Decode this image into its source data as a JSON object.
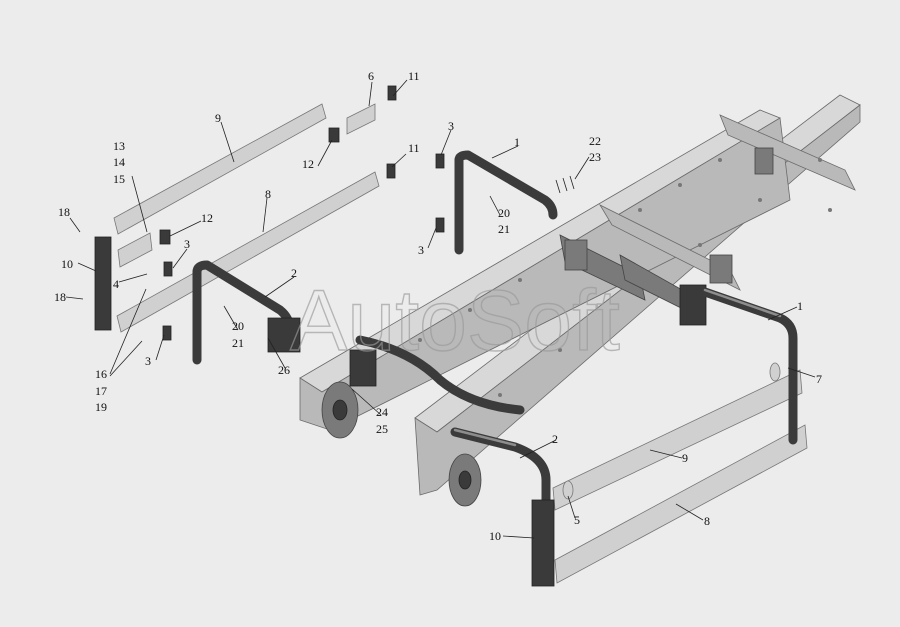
{
  "watermark": "AutoSoft",
  "callouts": [
    {
      "id": "c-9-top",
      "text": "9"
    },
    {
      "id": "c-6",
      "text": "6"
    },
    {
      "id": "c-11-top",
      "text": "11"
    },
    {
      "id": "c-3-top",
      "text": "3"
    },
    {
      "id": "c-1-top",
      "text": "1"
    },
    {
      "id": "c-22",
      "text": "22"
    },
    {
      "id": "c-23",
      "text": "23"
    },
    {
      "id": "c-13",
      "text": "13"
    },
    {
      "id": "c-14",
      "text": "14"
    },
    {
      "id": "c-15",
      "text": "15"
    },
    {
      "id": "c-12-top",
      "text": "12"
    },
    {
      "id": "c-11-mid",
      "text": "11"
    },
    {
      "id": "c-18-top",
      "text": "18"
    },
    {
      "id": "c-12-mid",
      "text": "12"
    },
    {
      "id": "c-8-top",
      "text": "8"
    },
    {
      "id": "c-20-top",
      "text": "20"
    },
    {
      "id": "c-21-top",
      "text": "21"
    },
    {
      "id": "c-10-left",
      "text": "10"
    },
    {
      "id": "c-3-mid",
      "text": "3"
    },
    {
      "id": "c-3-right",
      "text": "3"
    },
    {
      "id": "c-4",
      "text": "4"
    },
    {
      "id": "c-2-top",
      "text": "2"
    },
    {
      "id": "c-18-bot",
      "text": "18"
    },
    {
      "id": "c-1-right",
      "text": "1"
    },
    {
      "id": "c-20-bot",
      "text": "20"
    },
    {
      "id": "c-21-bot",
      "text": "21"
    },
    {
      "id": "c-3-bot",
      "text": "3"
    },
    {
      "id": "c-26",
      "text": "26"
    },
    {
      "id": "c-16",
      "text": "16"
    },
    {
      "id": "c-17",
      "text": "17"
    },
    {
      "id": "c-19",
      "text": "19"
    },
    {
      "id": "c-7",
      "text": "7"
    },
    {
      "id": "c-24",
      "text": "24"
    },
    {
      "id": "c-25",
      "text": "25"
    },
    {
      "id": "c-2-bot",
      "text": "2"
    },
    {
      "id": "c-9-bot",
      "text": "9"
    },
    {
      "id": "c-5",
      "text": "5"
    },
    {
      "id": "c-8-bot",
      "text": "8"
    },
    {
      "id": "c-10-bot",
      "text": "10"
    }
  ]
}
